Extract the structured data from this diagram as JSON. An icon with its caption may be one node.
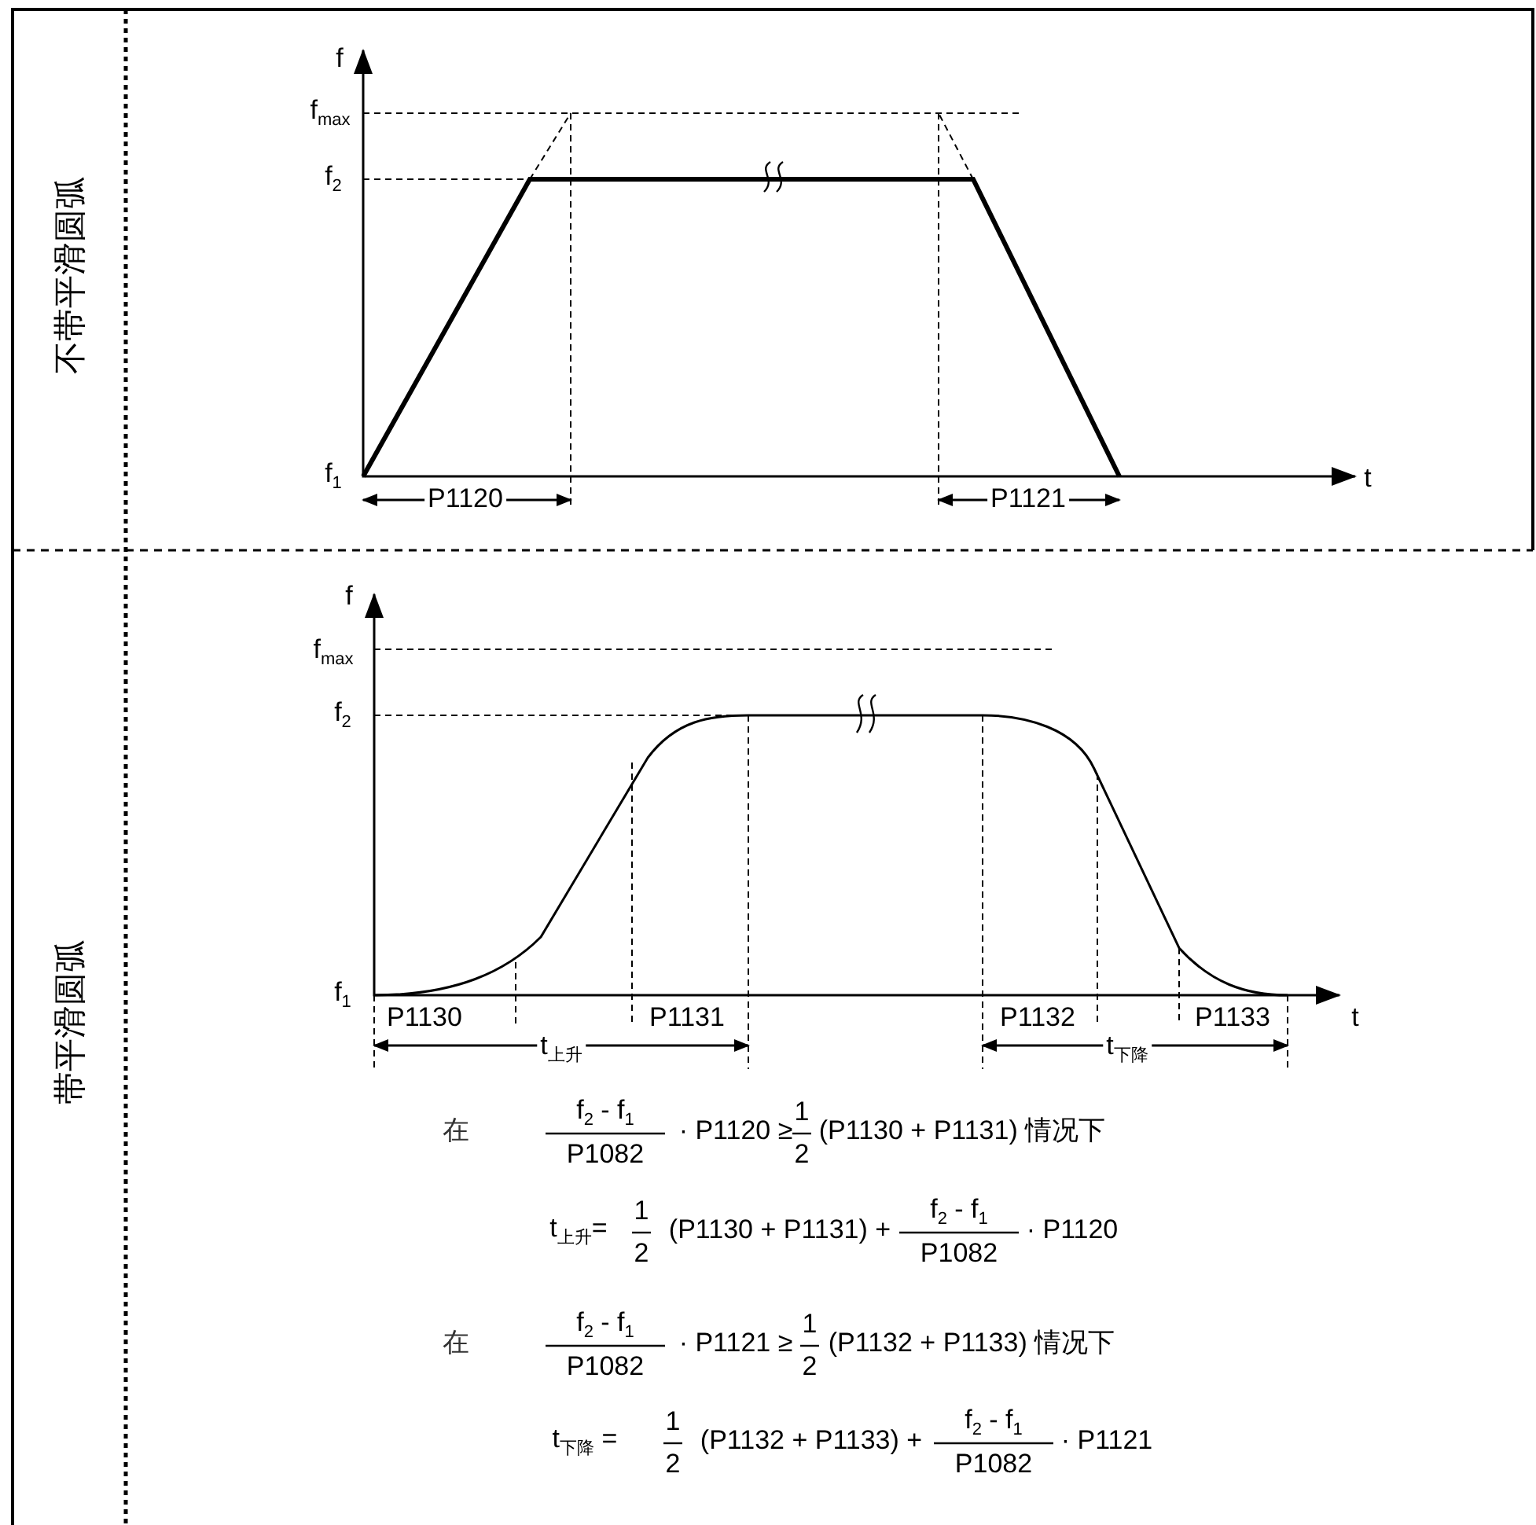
{
  "diagram": {
    "labels": [
      "不带平滑圆弧",
      "带平滑圆弧",
      "f",
      "f$_{max}$",
      "f$_{2}$",
      "f$_{1}$",
      "t",
      "P1120",
      "P1121",
      "f",
      "f$_{max}$",
      "f$_{2}$",
      "f$_{1}$",
      "P1130",
      "P1131",
      "P1132",
      "P1133",
      "t",
      "t$_{上升}$",
      "t$_{下降}$",
      "在",
      "f$_{2}$ - f$_{1}$",
      "P1082",
      "· P1120 ≥",
      "1",
      "2",
      "(P1130 + P1131) 情况下",
      "t$_{上升}$=",
      "1",
      "2",
      "(P1130 + P1131) +",
      "f$_{2}$ - f$_{1}$",
      "P1082",
      "· P1120",
      "在",
      "f$_{2}$ - f$_{1}$",
      "P1082",
      "· P1121 ≥",
      "1",
      "2",
      "(P1132 + P1133) 情况下",
      "t$_{下降}$  =",
      "1",
      "2",
      "(P1132 + P1133) +",
      "f$_{2}$ - f$_{1}$",
      "P1082",
      "· P1121"
    ]
  }
}
